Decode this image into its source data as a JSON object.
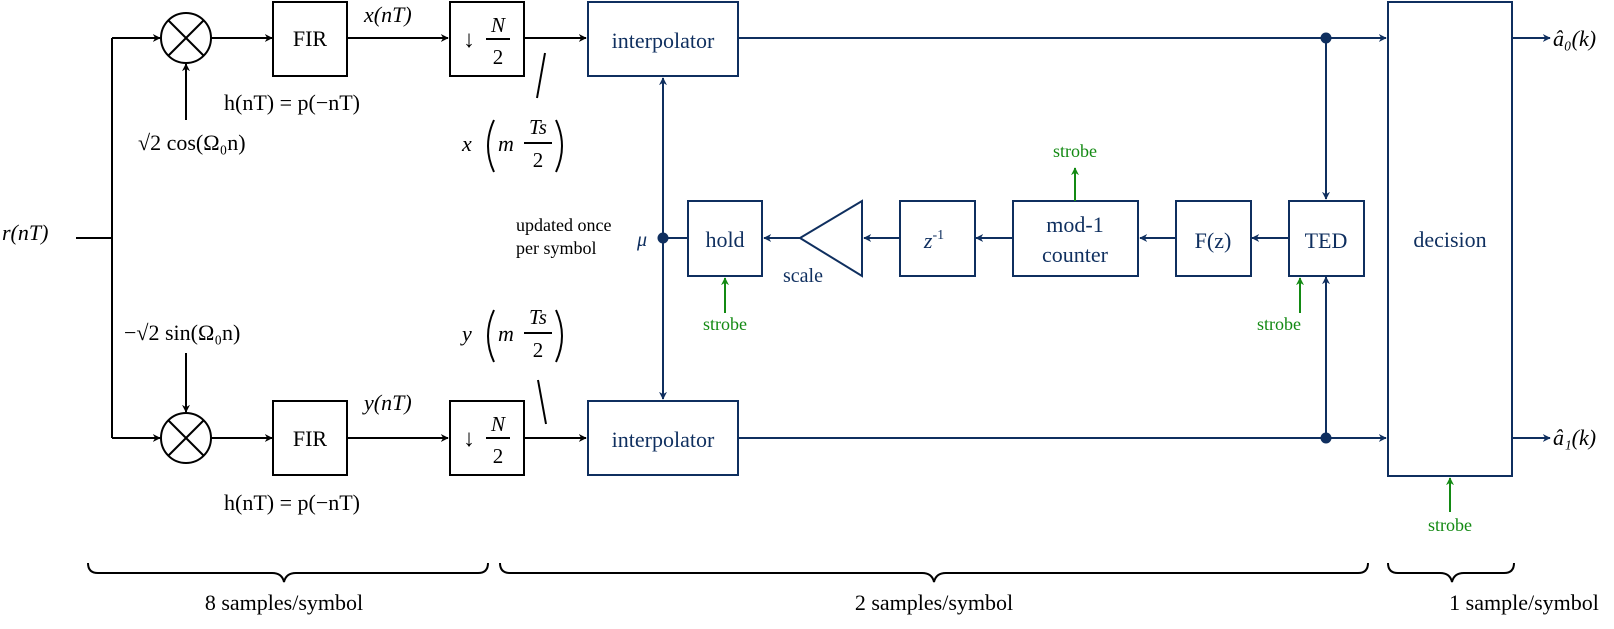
{
  "input": {
    "signal": "r(nT)"
  },
  "branch_i": {
    "oscillator": "√2 cos(Ω₀n)",
    "filter_label": "FIR",
    "filter_response": "h(nT) = p(−nT)",
    "filter_output": "x(nT)",
    "downsample_arrow": "↓",
    "downsample_num": "N",
    "downsample_den": "2",
    "sample_label": "x",
    "sample_inner": "m",
    "sample_num": "Ts",
    "sample_den": "2",
    "interpolator": "interpolator",
    "output": "â₀(k)"
  },
  "branch_q": {
    "oscillator": "−√2 sin(Ω₀n)",
    "filter_label": "FIR",
    "filter_response": "h(nT) = p(−nT)",
    "filter_output": "y(nT)",
    "downsample_arrow": "↓",
    "downsample_num": "N",
    "downsample_den": "2",
    "sample_label": "y",
    "sample_inner": "m",
    "sample_num": "Ts",
    "sample_den": "2",
    "interpolator": "interpolator",
    "output": "â₁(k)"
  },
  "timing_loop": {
    "mu": "μ",
    "update_note_1": "updated once",
    "update_note_2": "per symbol",
    "hold": "hold",
    "scale": "scale",
    "delay": "z",
    "delay_exp": "-1",
    "counter_1": "mod-1",
    "counter_2": "counter",
    "loop_filter": "F(z)",
    "ted": "TED",
    "strobe": "strobe"
  },
  "decision": {
    "label": "decision"
  },
  "rates": {
    "stage_1": "8 samples/symbol",
    "stage_2": "2 samples/symbol",
    "stage_3": "1 sample/symbol"
  },
  "colors": {
    "blue": "#0f2f5f",
    "green": "#138a13",
    "black": "#000000"
  }
}
